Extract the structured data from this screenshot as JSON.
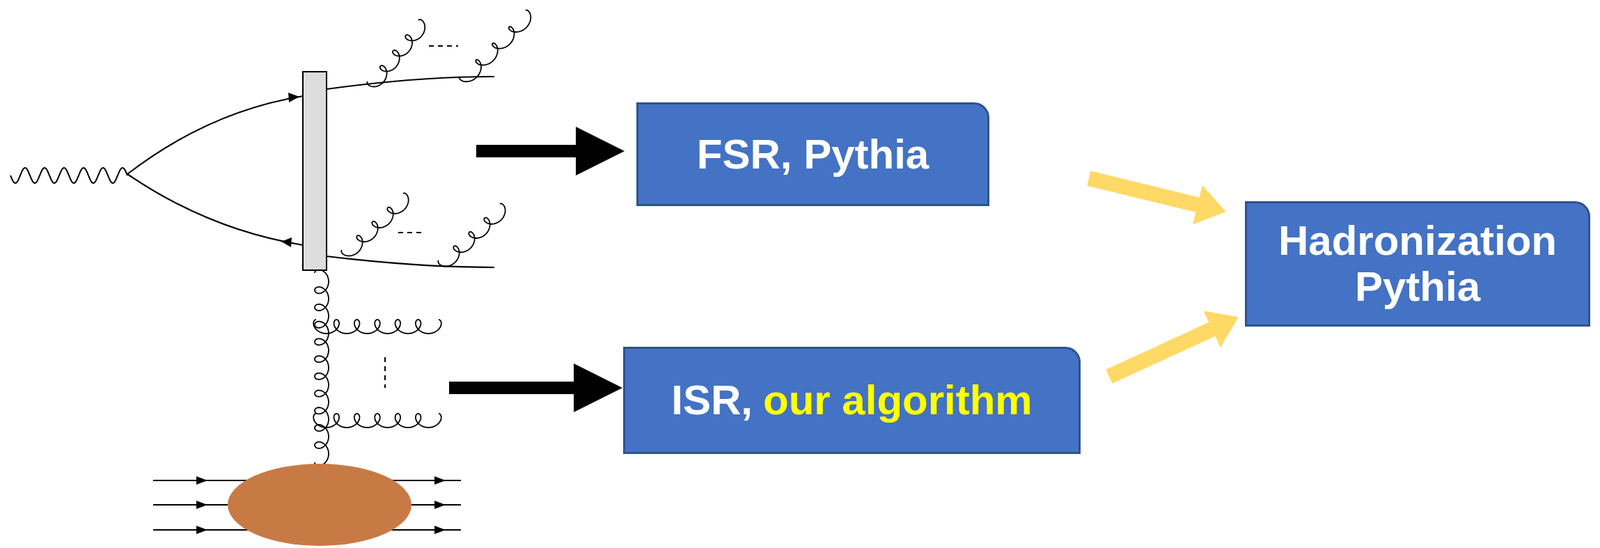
{
  "diagram": {
    "nodes": [
      {
        "text": [
          "FSR, Pythia"
        ]
      },
      {
        "text": [
          "ISR,",
          "our algorithm"
        ]
      },
      {
        "text": [
          "Hadronization Pythia"
        ]
      }
    ],
    "edges": [
      {
        "from": 0,
        "to": 2,
        "arrow": "to"
      },
      {
        "from": 1,
        "to": 2,
        "arrow": "to"
      }
    ]
  }
}
